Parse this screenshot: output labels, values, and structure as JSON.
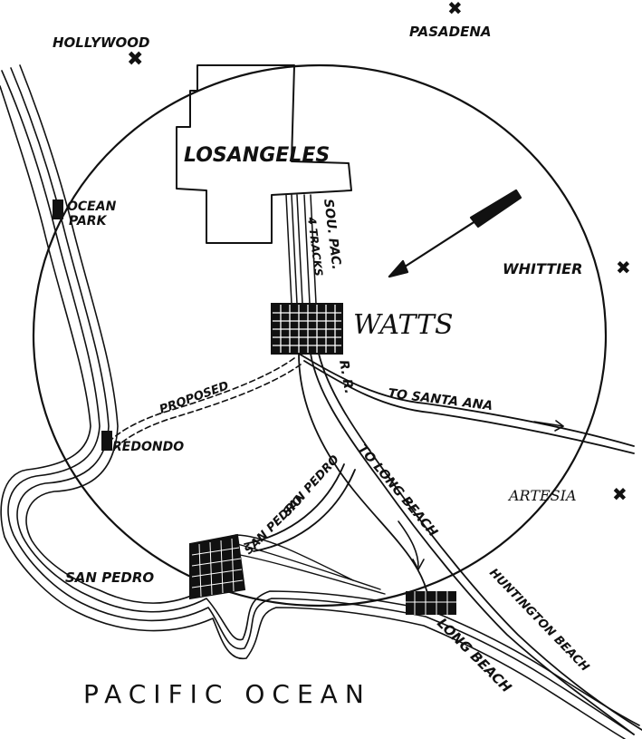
{
  "labels": {
    "hollywood": "HOLLYWOOD",
    "pasadena": "PASADENA",
    "los_angeles": "LOSANGELES",
    "ocean_park_1": "OCEAN",
    "ocean_park_2": "PARK",
    "sou_pac": "SOU. PAC.",
    "four_tracks": "4 TRACKS",
    "whittier": "WHITTIER",
    "watts": "WATTS",
    "rr": "R. R.",
    "proposed": "PROPOSED",
    "to_santa_ana": "TO SANTA ANA",
    "redondo": "REDONDO",
    "to_long_beach": "TO LONG BEACH",
    "artesia": "ARTESIA",
    "san_pedro_road": "SAN PEDRO",
    "san_pedro_harbor": "SAN PEDRO",
    "san_pedro_city": "SAN PEDRO",
    "huntington_beach": "HUNTINGTON BEACH",
    "long_beach": "LONG BEACH",
    "ocean": "PACIFIC OCEAN"
  },
  "icons": {
    "town_marker": "cross-marker-icon",
    "compass": "arrow-pointer-icon"
  },
  "colors": {
    "ink": "#111111",
    "paper": "#ffffff"
  }
}
